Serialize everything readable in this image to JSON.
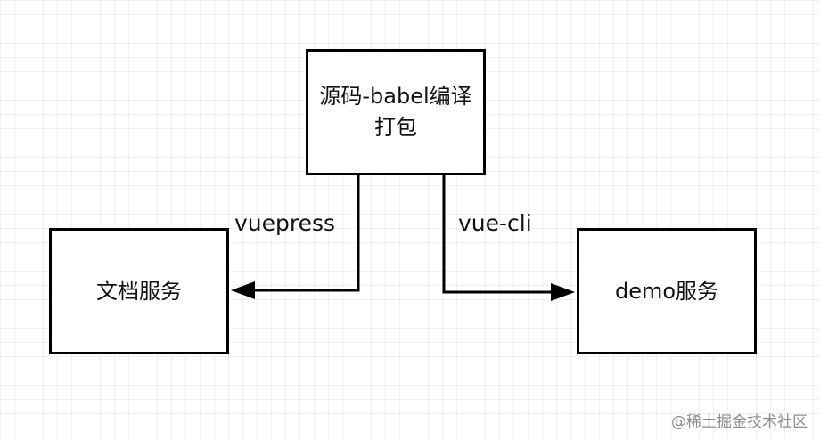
{
  "nodes": {
    "source": {
      "label": "源码-babel编译打包"
    },
    "docs": {
      "label": "文档服务"
    },
    "demo": {
      "label": "demo服务"
    }
  },
  "edges": {
    "to_docs": {
      "label": "vuepress"
    },
    "to_demo": {
      "label": "vue-cli"
    }
  },
  "watermark": "@稀土掘金技术社区",
  "colors": {
    "stroke": "#000000",
    "background": "#ffffff",
    "grid": "#efefef"
  }
}
